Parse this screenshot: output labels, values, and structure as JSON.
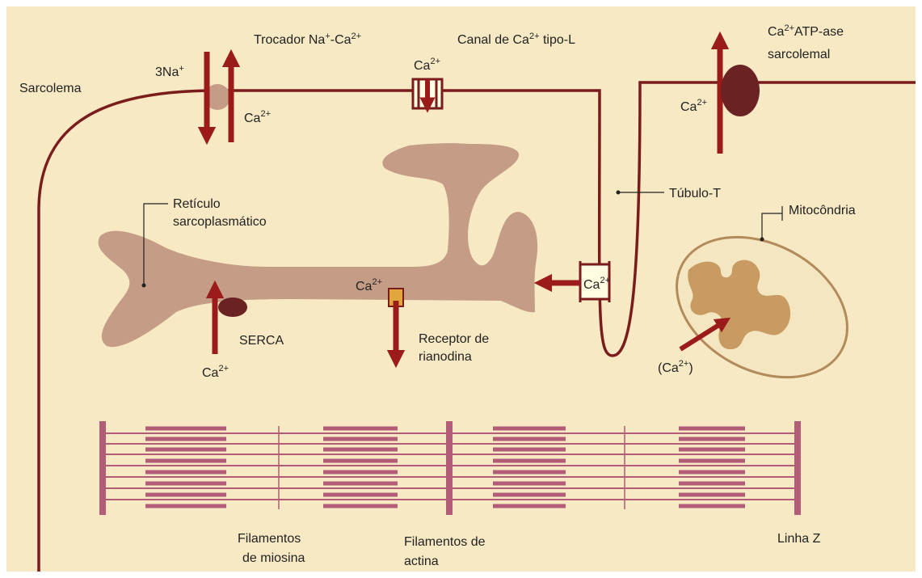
{
  "colors": {
    "background": "#f6e9c4",
    "membrane": "#7a1c1c",
    "arrow": "#9b1b1b",
    "reticulum": "#c59d86",
    "pump": "#6a2222",
    "exchanger": "#c59d86",
    "myofilament": "#b35c77",
    "mito_fill": "#f4e6c1",
    "mito_cristae": "#c79b62",
    "receptor_fill": "#e1a73c"
  },
  "labels": {
    "sarcolema": "Sarcolema",
    "trocador": {
      "main": "Trocador Na",
      "sup1": "+",
      "mid": "-Ca",
      "sup2": "2+"
    },
    "na3": {
      "main": "3Na",
      "sup": "+"
    },
    "ca_exchanger": {
      "main": "Ca",
      "sup": "2+"
    },
    "canal_title": {
      "main": "Canal de Ca",
      "sup": "2+",
      "tail": " tipo-L"
    },
    "ca_canal": {
      "main": "Ca",
      "sup": "2+"
    },
    "atpase_line1": {
      "main": "Ca",
      "sup": "2+",
      "tail": "ATP-ase"
    },
    "atpase_line2": "sarcolemal",
    "ca_atpase": {
      "main": "Ca",
      "sup": "2+"
    },
    "reticulo_line1": "Retículo",
    "reticulo_line2": "sarcoplasmático",
    "tubulo": "Túbulo-T",
    "mitocondria": "Mitocôndria",
    "ca_tubule": {
      "main": "Ca",
      "sup": "2+"
    },
    "ca_receptor": {
      "main": "Ca",
      "sup": "2+"
    },
    "serca": "SERCA",
    "ca_serca": {
      "main": "Ca",
      "sup": "2+"
    },
    "receptor_line1": "Receptor de",
    "receptor_line2": "rianodina",
    "ca_mito": {
      "open": "(Ca",
      "sup": "2+",
      "close": ")"
    },
    "miosina_line1": "Filamentos",
    "miosina_line2": "de miosina",
    "actina_line1": "Filamentos de",
    "actina_line2": "actina",
    "linha_z": "Linha Z"
  }
}
